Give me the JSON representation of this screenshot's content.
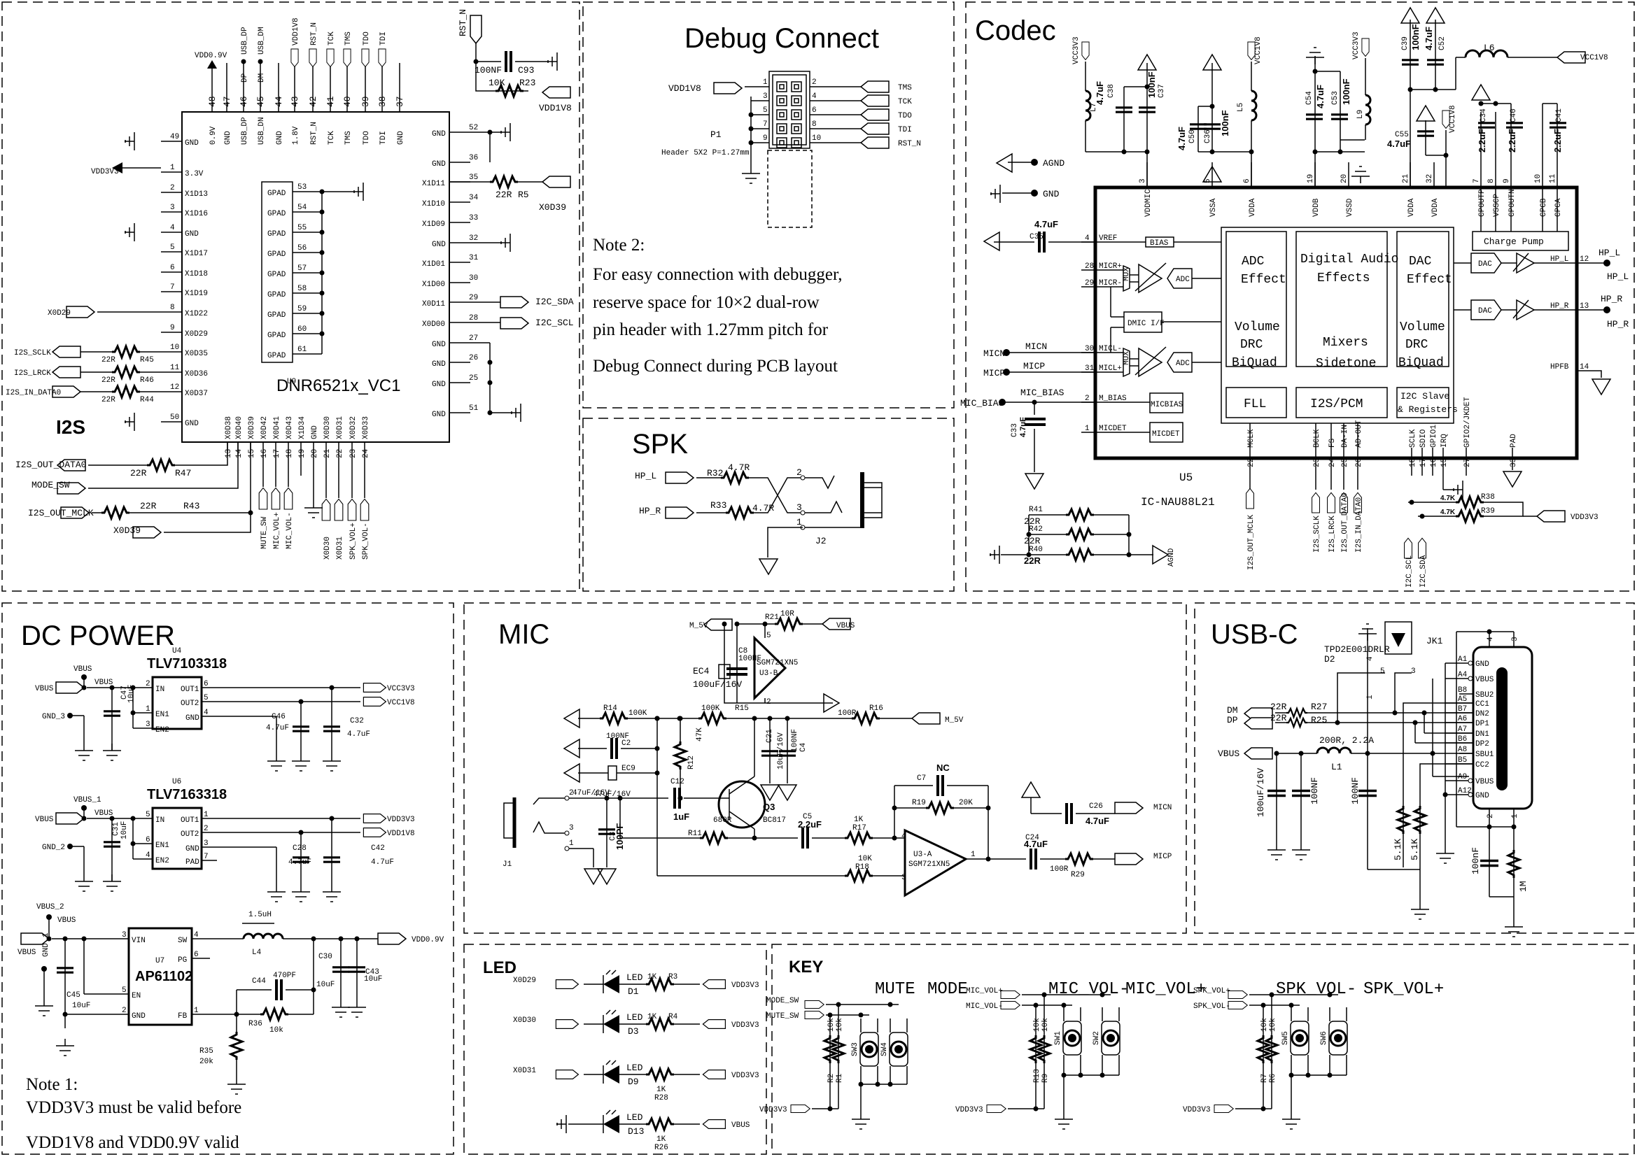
{
  "sections": {
    "mcu": {
      "title": "I2S",
      "chip_ref": "U9",
      "chip_name": "DNR6521x_VC1"
    },
    "debug": {
      "title": "Debug Connect",
      "header_ref": "P1",
      "header_desc": "Header 5X2 P=1.27mm"
    },
    "spk": {
      "title": "SPK",
      "jack_ref": "J2"
    },
    "codec": {
      "title": "Codec",
      "chip_ref": "U5",
      "chip_name": "IC-NAU88L21"
    },
    "dc_power": {
      "title": "DC POWER"
    },
    "mic": {
      "title": "MIC",
      "jack_ref": "J1"
    },
    "usbc": {
      "title": "USB-C",
      "connector_ref": "JK1",
      "esd_part": "TPD2E001DRLR",
      "esd_ref": "D2"
    },
    "led": {
      "title": "LED"
    },
    "key": {
      "title": "KEY"
    }
  },
  "mcu": {
    "top_pins": [
      {
        "num": "48",
        "name": "0.9V",
        "net": "VDD0.9V"
      },
      {
        "num": "47",
        "name": "GND",
        "net": ""
      },
      {
        "num": "46",
        "name": "USB_DP",
        "net": "USB_DP",
        "alias": "DP"
      },
      {
        "num": "45",
        "name": "USB_DN",
        "net": "USB_DM",
        "alias": "DM"
      },
      {
        "num": "44",
        "name": "GND",
        "net": ""
      },
      {
        "num": "43",
        "name": "1.8V",
        "net": "VDD1V8"
      },
      {
        "num": "42",
        "name": "RST_N",
        "net": "RST_N"
      },
      {
        "num": "41",
        "name": "TCK",
        "net": "TCK"
      },
      {
        "num": "40",
        "name": "TMS",
        "net": "TMS"
      },
      {
        "num": "39",
        "name": "TDO",
        "net": "TDO"
      },
      {
        "num": "38",
        "name": "TDI",
        "net": "TDI"
      },
      {
        "num": "37",
        "name": "GND",
        "net": ""
      }
    ],
    "left_pins": [
      {
        "num": "49",
        "name": "GND",
        "net": ""
      },
      {
        "num": "1",
        "name": "3.3V",
        "net": "VDD3V3"
      },
      {
        "num": "2",
        "name": "X1D13",
        "net": ""
      },
      {
        "num": "3",
        "name": "X1D16",
        "net": ""
      },
      {
        "num": "4",
        "name": "GND",
        "net": ""
      },
      {
        "num": "5",
        "name": "X1D17",
        "net": ""
      },
      {
        "num": "6",
        "name": "X1D18",
        "net": ""
      },
      {
        "num": "7",
        "name": "X1D19",
        "net": ""
      },
      {
        "num": "8",
        "name": "X1D22",
        "net": ""
      },
      {
        "num": "9",
        "name": "X0D29",
        "net": "X0D29"
      },
      {
        "num": "10",
        "name": "X0D35",
        "net": "I2S_SCLK",
        "res": "R45",
        "val": "22R"
      },
      {
        "num": "11",
        "name": "X0D36",
        "net": "I2S_LRCK",
        "res": "R46",
        "val": "22R"
      },
      {
        "num": "12",
        "name": "X0D37",
        "net": "I2S_IN_DATA0",
        "res": "R44",
        "val": "22R"
      },
      {
        "num": "50",
        "name": "GND",
        "net": ""
      }
    ],
    "right_pins": [
      {
        "num": "52",
        "name": "GND"
      },
      {
        "num": "36",
        "name": "GND"
      },
      {
        "num": "35",
        "name": "X1D11"
      },
      {
        "num": "34",
        "name": "X1D10"
      },
      {
        "num": "33",
        "name": "X1D09"
      },
      {
        "num": "32",
        "name": "GND"
      },
      {
        "num": "31",
        "name": "X1D01"
      },
      {
        "num": "30",
        "name": "X1D00"
      },
      {
        "num": "29",
        "name": "X0D11"
      },
      {
        "num": "28",
        "name": "X0D00"
      },
      {
        "num": "27",
        "name": "GND"
      },
      {
        "num": "26",
        "name": "GND"
      },
      {
        "num": "25",
        "name": "GND"
      },
      {
        "num": "51",
        "name": "GND"
      }
    ],
    "bottom_pins": [
      {
        "num": "13",
        "name": "X0D38"
      },
      {
        "num": "14",
        "name": "X0D40"
      },
      {
        "num": "15",
        "name": "X0D39"
      },
      {
        "num": "16",
        "name": "X0D42"
      },
      {
        "num": "17",
        "name": "X0D41"
      },
      {
        "num": "18",
        "name": "X0D43"
      },
      {
        "num": "19",
        "name": "X1D34"
      },
      {
        "num": "20",
        "name": "GND"
      },
      {
        "num": "21",
        "name": "X0D30"
      },
      {
        "num": "22",
        "name": "X0D31"
      },
      {
        "num": "23",
        "name": "X0D32"
      },
      {
        "num": "24",
        "name": "X0D33"
      }
    ],
    "bottom_nets": [
      "MUTE_SW",
      "MIC_VOL+",
      "MIC_VOL-",
      "X0D30",
      "X0D31",
      "SPK_VOL+",
      "SPK_VOL-"
    ],
    "gpad_pins": [
      "53",
      "54",
      "55",
      "56",
      "57",
      "58",
      "59",
      "60",
      "61"
    ],
    "gpad_label": "GPAD",
    "rst_net": "RST_N",
    "c93": {
      "ref": "C93",
      "val": "100NF"
    },
    "r23": {
      "ref": "R23",
      "val": "10K",
      "net": "VDD1V8"
    },
    "r5": {
      "ref": "R5",
      "val": "22R",
      "net": "X0D39"
    },
    "i2c_sda": "I2C_SDA",
    "i2c_scl": "I2C_SCL",
    "out_data": {
      "net": "I2S_OUT_DATA0",
      "ref": "R47",
      "val": "22R"
    },
    "mode_sw": "MODE_SW",
    "out_mclk": {
      "net": "I2S_OUT_MCLK",
      "ref": "R43",
      "val": "22R"
    },
    "x0d39": "X0D39"
  },
  "debug": {
    "left_net": "VDD1V8",
    "left_pins": [
      "1",
      "3",
      "5",
      "7",
      "9"
    ],
    "right_pins": [
      "2",
      "4",
      "6",
      "8",
      "10"
    ],
    "right_nets": [
      "TMS",
      "TCK",
      "TDO",
      "TDI",
      "RST_N"
    ],
    "note_title": "Note 2:",
    "note_lines": [
      "For easy connection with debugger,",
      "reserve space for 10×2 dual-row",
      "pin header with 1.27mm pitch for",
      " Debug Connect during PCB layout"
    ]
  },
  "spk": {
    "hp_l": "HP_L",
    "hp_r": "HP_R",
    "r32": {
      "ref": "R32",
      "val": "4.7R"
    },
    "r33": {
      "ref": "R33",
      "val": "4.7R"
    },
    "pins": [
      "2",
      "3",
      "1"
    ]
  },
  "codec": {
    "agnd_label": "AGND",
    "gnd_label": "GND",
    "top_pins": [
      {
        "num": "3",
        "name": "VDDMIC"
      },
      {
        "num": "5",
        "name": "VSSA"
      },
      {
        "num": "6",
        "name": "VDDA"
      },
      {
        "num": "19",
        "name": "VDDB"
      },
      {
        "num": "20",
        "name": "VSSD"
      },
      {
        "num": "21",
        "name": "VDDA"
      },
      {
        "num": "32",
        "name": "VDDA"
      },
      {
        "num": "7",
        "name": "CPOUTP"
      },
      {
        "num": "8",
        "name": "VSSCP"
      },
      {
        "num": "9",
        "name": "CPOUTN"
      },
      {
        "num": "10",
        "name": "CPCB"
      },
      {
        "num": "11",
        "name": "CPCA"
      }
    ],
    "left_pins": [
      {
        "num": "4",
        "name": "VREF"
      },
      {
        "num": "28",
        "name": "MICR+"
      },
      {
        "num": "29",
        "name": "MICR-"
      },
      {
        "num": "30",
        "name": "MICL-"
      },
      {
        "num": "31",
        "name": "MICL+"
      },
      {
        "num": "2",
        "name": "M_BIAS"
      },
      {
        "num": "1",
        "name": "MICDET"
      }
    ],
    "right_pins": [
      {
        "num": "12",
        "name": "HP_L"
      },
      {
        "num": "13",
        "name": "HP_R"
      },
      {
        "num": "14",
        "name": "HPFB"
      }
    ],
    "bottom_pins": [
      {
        "num": "22",
        "name": "MCLK"
      },
      {
        "num": "23",
        "name": "BCLK"
      },
      {
        "num": "24",
        "name": "FS"
      },
      {
        "num": "25",
        "name": "DA-IN"
      },
      {
        "num": "26",
        "name": "AD-OUT"
      },
      {
        "num": "18",
        "name": "SCLK"
      },
      {
        "num": "17",
        "name": "SDIO"
      },
      {
        "num": "16",
        "name": "GPIO1"
      },
      {
        "num": "15",
        "name": "IRQ"
      },
      {
        "num": "27",
        "name": "GPIO2/JKDET"
      },
      {
        "num": "33",
        "name": "PAD"
      }
    ],
    "bottom_nets": [
      "I2S_OUT_MCLK",
      "I2S_SCLK",
      "I2S_LRCK",
      "I2S_OUT_DATA0",
      "I2S_IN_DATA0",
      "I2C_SCL",
      "I2C_SDA"
    ],
    "blocks": {
      "adc": [
        "ADC",
        "Effect",
        "Volume",
        "DRC",
        "BiQuad"
      ],
      "dsp": [
        "Digital Audio",
        "Effects",
        "Mixers",
        "Sidetone"
      ],
      "dac": [
        "DAC",
        "Effect",
        "Volume",
        "DRC",
        "BiQuad"
      ],
      "fll": "FLL",
      "i2s": "I2S/PCM",
      "i2c": [
        "I2C Slave",
        "& Registers"
      ],
      "charge_pump": "Charge Pump",
      "bias": "BIAS",
      "dmic": "DMIC I/F",
      "micbias": "MICBIAS",
      "micdet": "MICDET",
      "adc_small": "ADC",
      "dac_small": "DAC",
      "mux": "MUX"
    },
    "components": {
      "L7": "L7",
      "C38": "C38",
      "C37": "C37",
      "c37_val": "100nF",
      "c38_val": "4.7uF",
      "C50": "C50",
      "c50_val": "4.7uF",
      "C36": "C36",
      "c36_val": "100nF",
      "L5": "L5",
      "C54": "C54",
      "c54_val": "4.7uF",
      "C53": "C53",
      "c53_val": "100nF",
      "L9": "L9",
      "C39": "C39",
      "c39_val": "100nF",
      "C52": "C52",
      "c52_val": "4.7uF",
      "L6": "L6",
      "C55": "C55",
      "c55_val": "4.7uF",
      "C34": "C34",
      "C40": "C40",
      "C41": "C41",
      "cp_val": "2.2uF",
      "C35": "C35",
      "c35_val": "4.7uF",
      "C33": "C33",
      "c33_val": "4.7uF",
      "R38": "R38",
      "R39": "R39",
      "r38_val": "4.7K",
      "r39_val": "4.7K",
      "R41": "R41",
      "R42": "R42",
      "R40": "R40",
      "r_agnd_val": "22R"
    },
    "nets": {
      "vcc3v3": "VCC3V3",
      "vcc1v8": "VCC1V8",
      "vdd3v3": "VDD3V3",
      "micn": "MICN",
      "micp": "MICP",
      "mic_bias": "MIC_BIAS",
      "hp_l": "HP_L",
      "hp_r": "HP_R",
      "agnd": "AGND"
    }
  },
  "dc_power": {
    "u4": {
      "ref": "U4",
      "part": "TLV7103318",
      "pins_left": [
        [
          "2",
          "IN"
        ],
        [
          "1",
          "EN1"
        ],
        [
          "3",
          "EN2"
        ]
      ],
      "pins_right": [
        [
          "6",
          "OUT1"
        ],
        [
          "5",
          "OUT2"
        ],
        [
          "4",
          "GND"
        ]
      ],
      "in_net": "VBUS",
      "testpoint": "VBUS",
      "out1": "VCC3V3",
      "out2": "VCC1V8",
      "gnd_tp": "GND_3"
    },
    "u6": {
      "ref": "U6",
      "part": "TLV7163318",
      "pins_left": [
        [
          "5",
          "IN"
        ],
        [
          "6",
          "EN1"
        ],
        [
          "4",
          "EN2"
        ]
      ],
      "pins_right": [
        [
          "1",
          "OUT1"
        ],
        [
          "2",
          "OUT2"
        ],
        [
          "3",
          "GND"
        ],
        [
          "7",
          "PAD"
        ]
      ],
      "in_net": "VBUS",
      "testpoint": "VBUS_1",
      "out1": "VDD3V3",
      "out2": "VDD1V8",
      "gnd_tp": "GND_2"
    },
    "u7": {
      "ref": "U7",
      "part": "AP61102",
      "pins_left": [
        [
          "3",
          "VIN"
        ],
        [
          "5",
          "EN"
        ],
        [
          "2",
          "GND"
        ]
      ],
      "pins_right": [
        [
          "4",
          "SW"
        ],
        [
          "6",
          "PG"
        ],
        [
          "1",
          "FB"
        ]
      ],
      "in_net": "VBUS",
      "testpoint": "VBUS_2",
      "out": "VDD0.9V"
    },
    "caps": {
      "C47": "10uF",
      "C46": "4.7uF",
      "C32": "4.7uF",
      "C31": "10uF",
      "C28": "4.7uF",
      "C42": "4.7uF",
      "C45": "10uF",
      "C44": "470PF",
      "C30": "10uF",
      "C43": "10uF"
    },
    "L4": {
      "ref": "L4",
      "val": "1.5uH"
    },
    "R36": {
      "ref": "R36",
      "val": "10k"
    },
    "R35": {
      "ref": "R35",
      "val": "20k"
    },
    "gnd_label": "GND",
    "note_title": "Note 1:",
    "note_lines": [
      "VDD3V3 must be valid before",
      "VDD1V8 and VDD0.9V valid"
    ]
  },
  "mic": {
    "R14": "100K",
    "R15": "100K",
    "R16": "100R",
    "R12": "47K",
    "R11": "680R",
    "R17": "1K",
    "R18": "10K",
    "R19": "20K",
    "R21": "10R",
    "R29": "100R",
    "C2": "100NF",
    "EC9": "47uF/16V",
    "C12": "1uF",
    "C21": "10uF/16V",
    "C4": "100NF",
    "C3": "100PF",
    "C5": "2.2uF",
    "C7": "NC",
    "C26": "4.7uF",
    "C24": "4.7uF",
    "C8": "100NF",
    "EC4": "100uF/16V",
    "Q3": "BC817",
    "u3a": [
      "U3-A",
      "SGM721XN5"
    ],
    "u3b": [
      "SGM721XN5",
      "U3-B"
    ],
    "nets": {
      "m5v": "M_5V",
      "vbus": "VBUS",
      "micn": "MICN",
      "micp": "MICP"
    },
    "op_pins": {
      "a_neg": "4",
      "a_pos": "3",
      "a_out": "1",
      "b_vcc": "5",
      "b_gnd": "2"
    }
  },
  "usbc": {
    "dm": "DM",
    "dp": "DP",
    "vbus": "VBUS",
    "R27": {
      "ref": "R27",
      "val": "22R"
    },
    "R25": {
      "ref": "R25",
      "val": "22R"
    },
    "L1": {
      "ref": "L1",
      "val": "200R, 2.2A"
    },
    "EC5": "100uF/16V",
    "C20": "100NF",
    "C14": "100NF",
    "R62": "5.1K",
    "R63": "5.1K",
    "C19": "100nF",
    "R37": "1M",
    "pins": [
      [
        "A1",
        "GND"
      ],
      [
        "A4",
        "VBUS"
      ],
      [
        "B8",
        "SBU2"
      ],
      [
        "A5",
        "CC1"
      ],
      [
        "B7",
        "DN2"
      ],
      [
        "A6",
        "DP1"
      ],
      [
        "A7",
        "DN1"
      ],
      [
        "B6",
        "DP2"
      ],
      [
        "A8",
        "SBU1"
      ],
      [
        "B5",
        "CC2"
      ],
      [
        "A9",
        "VBUS"
      ],
      [
        "A12",
        "GND"
      ]
    ],
    "shield_pins": [
      "4",
      "3",
      "2",
      "1"
    ],
    "d2_pins": [
      "4",
      "5",
      "3",
      "1"
    ]
  },
  "led": {
    "rows": [
      {
        "in": "X0D29",
        "led": "D1",
        "res": "R3",
        "val": "1K",
        "out": "VDD3V3"
      },
      {
        "in": "X0D30",
        "led": "D3",
        "res": "R4",
        "val": "1K",
        "out": "VDD3V3"
      },
      {
        "in": "X0D31",
        "led": "D9",
        "res": "R28",
        "val": "1K",
        "out": "VDD3V3"
      },
      {
        "in": "",
        "led": "D13",
        "res": "R26",
        "val": "1K",
        "out": "VBUS"
      }
    ],
    "led_label": "LED"
  },
  "key": {
    "groups": [
      {
        "labels": [
          "MUTE",
          "MODE"
        ],
        "nets": [
          "MODE_SW",
          "MUTE_SW"
        ],
        "res": [
          "R2",
          "R1"
        ],
        "sw": [
          "SW3",
          "SW4"
        ],
        "val": "10k"
      },
      {
        "labels": [
          "MIC_VOL-",
          "MIC_VOL+"
        ],
        "nets": [
          "MIC_VOL+",
          "MIC_VOL-"
        ],
        "res": [
          "R13",
          "R9"
        ],
        "sw": [
          "SW1",
          "SW2"
        ],
        "val": "10k"
      },
      {
        "labels": [
          "SPK_VOL-",
          "SPK_VOL+"
        ],
        "nets": [
          "SPK_VOL+",
          "SPK_VOL-"
        ],
        "res": [
          "R7",
          "R6"
        ],
        "sw": [
          "SW5",
          "SW6"
        ],
        "val": "10k"
      }
    ],
    "pullup_net": "VDD3V3"
  }
}
